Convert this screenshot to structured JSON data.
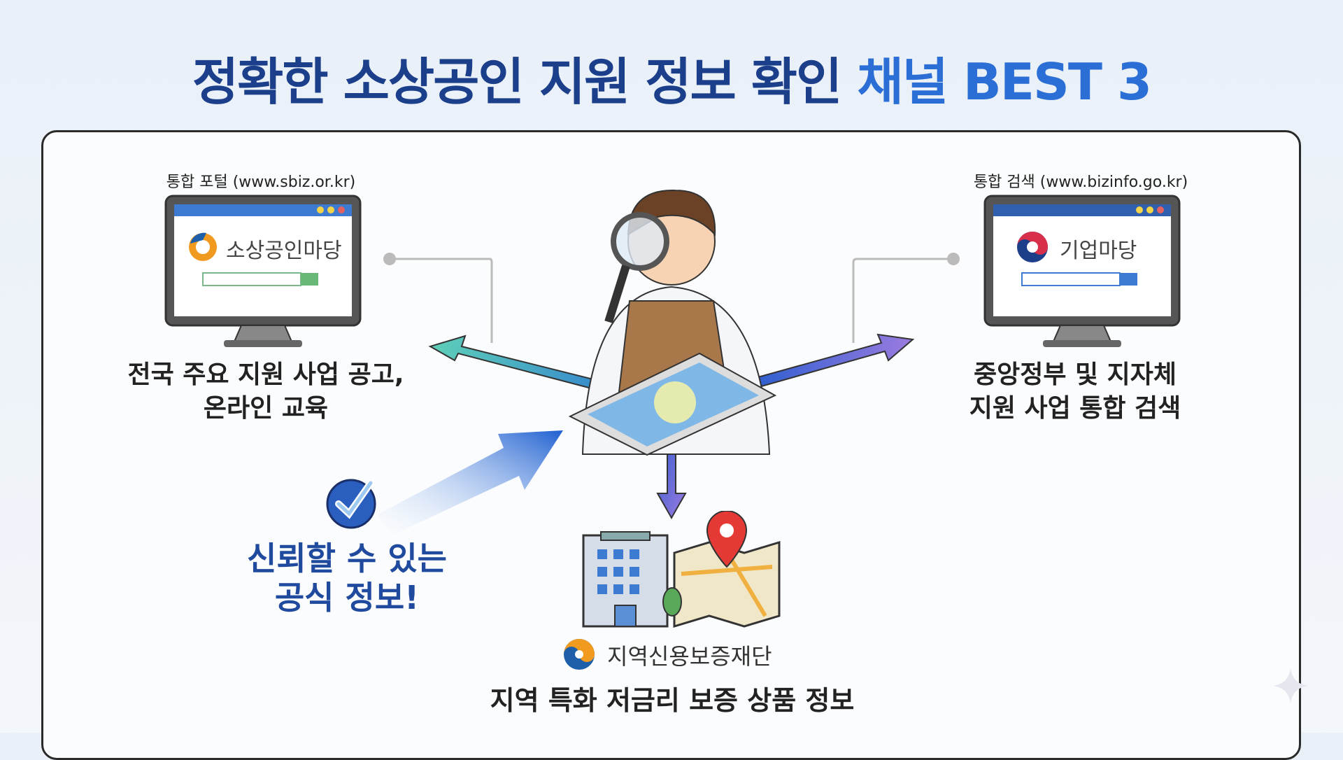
{
  "title": {
    "main": "정확한 소상공인 지원 정보 확인",
    "accent": "채널 BEST 3"
  },
  "left": {
    "label": "통합 포털 (www.sbiz.or.kr)",
    "brand": "소상공인마당",
    "desc_line1": "전국 주요 지원 사업 공고,",
    "desc_line2": "온라인 교육"
  },
  "right": {
    "label": "통합 검색 (www.bizinfo.go.kr)",
    "brand": "기업마당",
    "desc_line1": "중앙정부 및 지자체",
    "desc_line2": "지원 사업 통합 검색"
  },
  "bottom": {
    "brand": "지역신용보증재단",
    "desc": "지역 특화 저금리 보증 상품 정보"
  },
  "callout": {
    "line1": "신뢰할 수 있는",
    "line2": "공식 정보!"
  },
  "colors": {
    "title": "#1b3f8a",
    "accent": "#2b6fd6",
    "arrow_blue": "#1e5fd0"
  }
}
